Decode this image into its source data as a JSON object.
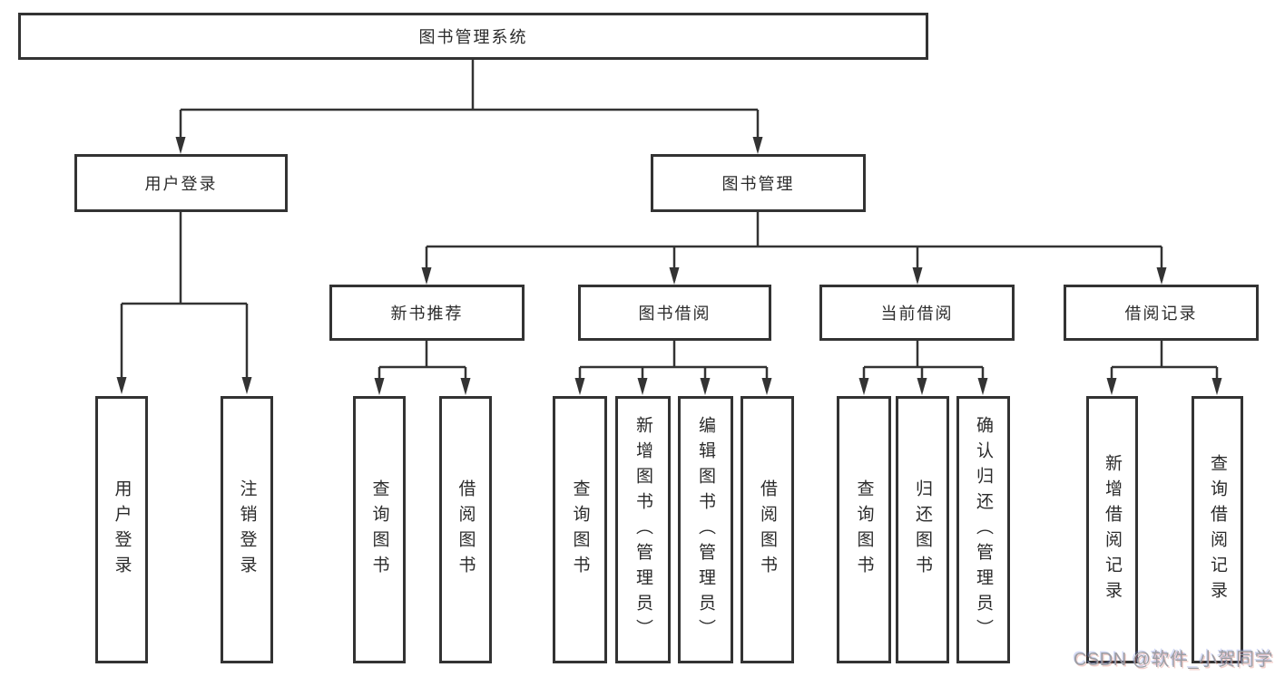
{
  "diagram": {
    "title": "图书管理系统",
    "level2": [
      {
        "label": "用户登录"
      },
      {
        "label": "图书管理"
      }
    ],
    "level3": [
      {
        "label": "新书推荐"
      },
      {
        "label": "图书借阅"
      },
      {
        "label": "当前借阅"
      },
      {
        "label": "借阅记录"
      }
    ],
    "leaves": {
      "login": [
        "用户登录",
        "注销登录"
      ],
      "recommend": [
        "查询图书",
        "借阅图书"
      ],
      "borrow": [
        "查询图书",
        "新增图书（管理员）",
        "编辑图书（管理员）",
        "借阅图书"
      ],
      "current": [
        "查询图书",
        "归还图书",
        "确认归还（管理员）"
      ],
      "records": [
        "新增借阅记录",
        "查询借阅记录"
      ]
    },
    "watermark": "CSDN @软件_小贺同学",
    "colors": {
      "line": "#333333",
      "text": "#2b2b2b",
      "watermark": "#9b9da3",
      "background": "#ffffff"
    }
  }
}
